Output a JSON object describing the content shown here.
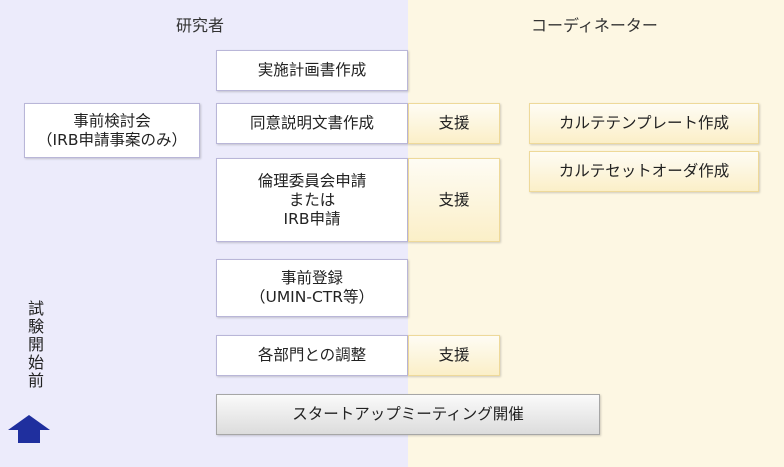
{
  "headers": {
    "researcher": "研究者",
    "coordinator": "コーディネーター"
  },
  "side_label": "試験開始前",
  "boxes": {
    "plan": "実施計画書作成",
    "pre_review_line1": "事前検討会",
    "pre_review_line2": "（IRB申請事案のみ）",
    "consent": "同意説明文書作成",
    "ethics_line1": "倫理委員会申請",
    "ethics_line2": "または",
    "ethics_line3": "IRB申請",
    "registration_line1": "事前登録",
    "registration_line2": "（UMIN-CTR等）",
    "coordination": "各部門との調整",
    "kickoff": "スタートアップミーティング開催"
  },
  "support_label": "支援",
  "coordinator_tasks": {
    "template": "カルテテンプレート作成",
    "order_set": "カルテセットオーダ作成"
  },
  "colors": {
    "researcher_zone": "#ecebfb",
    "coordinator_zone": "#fdf7e3",
    "arrow": "#1f2f9e"
  }
}
